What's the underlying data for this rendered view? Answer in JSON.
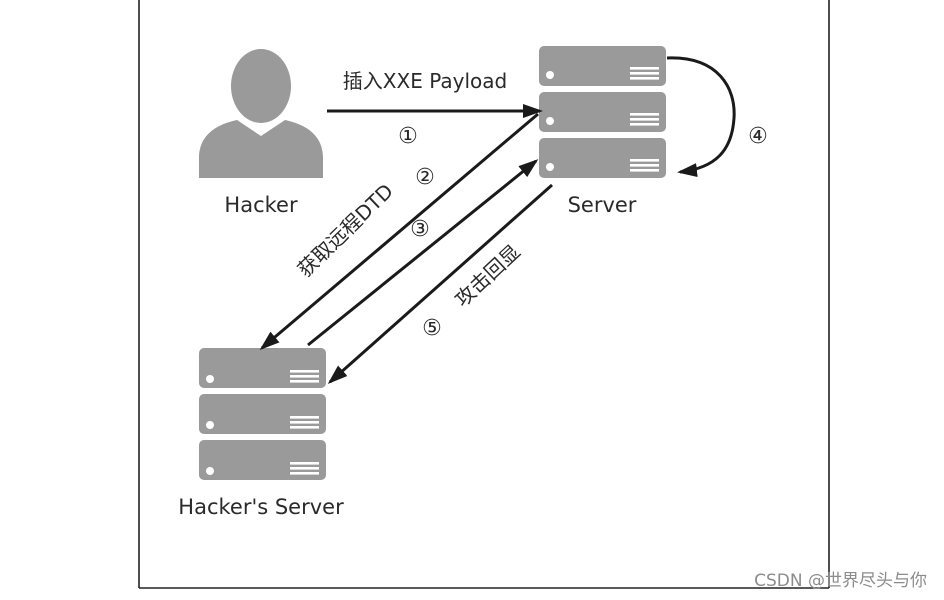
{
  "nodes": {
    "hacker": "Hacker",
    "server": "Server",
    "hacker_server": "Hacker's Server"
  },
  "edges": {
    "step1": {
      "label": "插入XXE Payload",
      "num": "①"
    },
    "step2": {
      "label": "获取远程DTD",
      "num": "②"
    },
    "step3": {
      "num": "③"
    },
    "step4": {
      "num": "④"
    },
    "step5": {
      "label": "攻击回显",
      "num": "⑤"
    }
  },
  "watermark": "CSDN @世界尽头与你",
  "colors": {
    "node_gray": "#9a9a9a",
    "arrow": "#1a1a1a",
    "frame": "#222222"
  }
}
